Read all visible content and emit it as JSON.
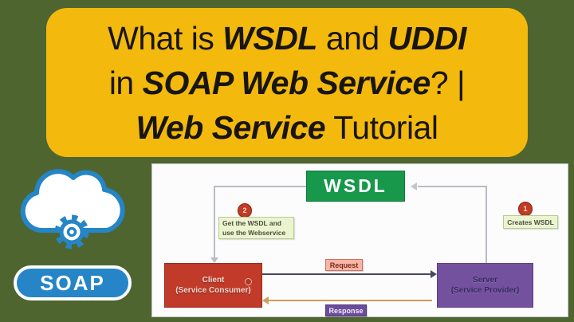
{
  "title": {
    "lines": [
      {
        "segments": [
          {
            "text": "What is ",
            "emph": false
          },
          {
            "text": "WSDL",
            "emph": true
          },
          {
            "text": " and ",
            "emph": false
          },
          {
            "text": "UDDI",
            "emph": true
          }
        ]
      },
      {
        "segments": [
          {
            "text": "in ",
            "emph": false
          },
          {
            "text": "SOAP Web Service",
            "emph": true
          },
          {
            "text": "? |",
            "emph": false
          }
        ]
      },
      {
        "segments": [
          {
            "text": "Web Service",
            "emph": true
          },
          {
            "text": " Tutorial",
            "emph": false
          }
        ]
      }
    ]
  },
  "soap": {
    "label": "SOAP"
  },
  "diagram": {
    "wsdl_label": "WSDL",
    "step1": {
      "number": "1",
      "note": "Creates WSDL"
    },
    "step2": {
      "number": "2",
      "note_line1": "Get the WSDL and",
      "note_line2": "use the Webservice"
    },
    "client": {
      "line1": "Client",
      "line2": "(Service Consumer)"
    },
    "server": {
      "line1": "Server",
      "line2": "(Service Provider)"
    },
    "request_label": "Request",
    "response_label": "Response"
  },
  "icons": {
    "cloud": "cloud-icon",
    "gear": "gear-icon"
  },
  "colors": {
    "background": "#4e6530",
    "title_bg": "#f3b90c",
    "title_text": "#181512",
    "soap_blue": "#2585c7",
    "wsdl_green": "#17984a",
    "client_red": "#c13a2a",
    "server_purple": "#74519f",
    "badge_red": "#c23b24",
    "request_line": "#474763",
    "response_line": "#cf9d5e"
  }
}
